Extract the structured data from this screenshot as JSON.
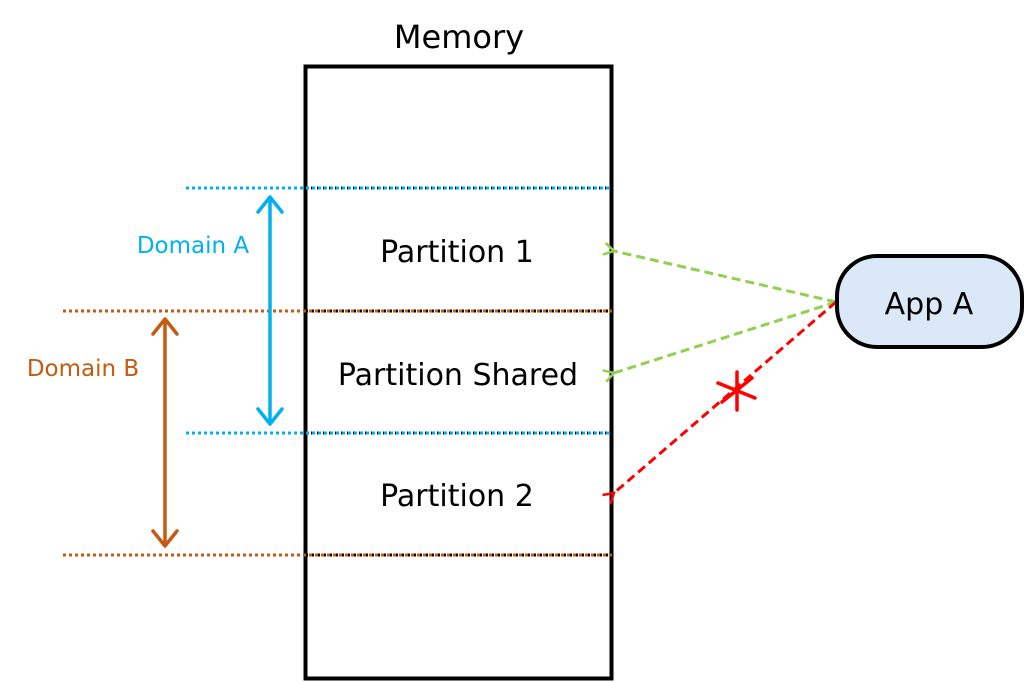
{
  "title": "Memory",
  "partitions": [
    {
      "label": "Partition 1"
    },
    {
      "label": "Partition Shared"
    },
    {
      "label": "Partition 2"
    }
  ],
  "domains": [
    {
      "label": "Domain A",
      "color": "#00B0F0",
      "spans": "Partition 1 + Partition Shared"
    },
    {
      "label": "Domain B",
      "color": "#C55A11",
      "spans": "Partition Shared + Partition 2"
    }
  ],
  "app": {
    "label": "App A",
    "fill": "#DAE8F7"
  },
  "access": [
    {
      "target": "Partition 1",
      "allowed": true,
      "color": "#92D050"
    },
    {
      "target": "Partition Shared",
      "allowed": true,
      "color": "#92D050"
    },
    {
      "target": "Partition 2",
      "allowed": false,
      "color": "#FF0000"
    }
  ],
  "colors": {
    "box": "#000000",
    "text": "#000000"
  }
}
